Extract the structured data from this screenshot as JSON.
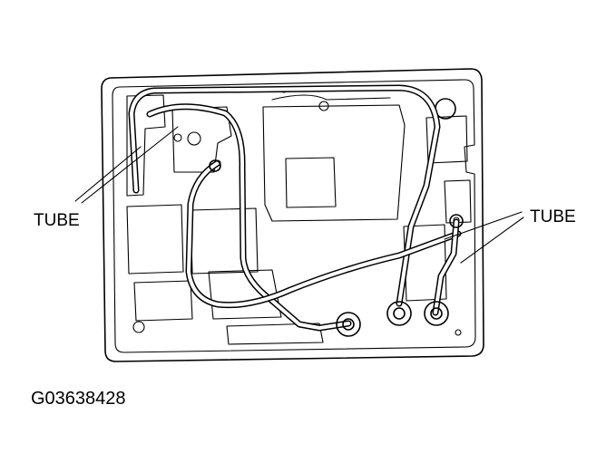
{
  "labels": {
    "tube_left": "TUBE",
    "tube_right": "TUBE",
    "figure_code": "G03638428"
  }
}
